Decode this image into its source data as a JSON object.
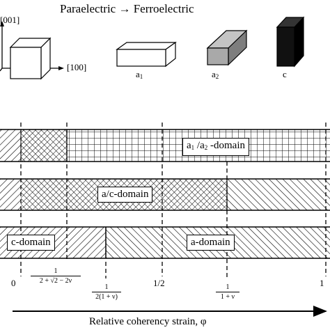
{
  "header": {
    "title": "Paraelectric → Ferroelectric",
    "axis_labels": [
      "[001]",
      "[100]"
    ],
    "crystal_labels": [
      {
        "base": "a",
        "sub": "1"
      },
      {
        "base": "a",
        "sub": "2"
      },
      {
        "base": "c",
        "sub": ""
      }
    ]
  },
  "bands": [
    {
      "label_base": "a",
      "label_sub": "1",
      "label_rest": " /a",
      "label_sub2": "2",
      "label_tail": " -domain"
    },
    {
      "label": "a/c-domain"
    },
    {
      "label_left": "c-domain",
      "label_right": "a-domain"
    }
  ],
  "ticks": {
    "zero": "0",
    "half": "1/2",
    "one": "1",
    "frac1": {
      "num": "1",
      "den": "2 + √2 − 2ν"
    },
    "frac2": {
      "num": "1",
      "den": "2(1 + ν)"
    },
    "frac3": {
      "num": "1",
      "den": "1 + ν"
    }
  },
  "xaxis_label": "Relative coherency strain, φ",
  "colors": {
    "a2_fill": "#a9a9a9",
    "c_fill": "#111111",
    "ink": "#000000"
  }
}
